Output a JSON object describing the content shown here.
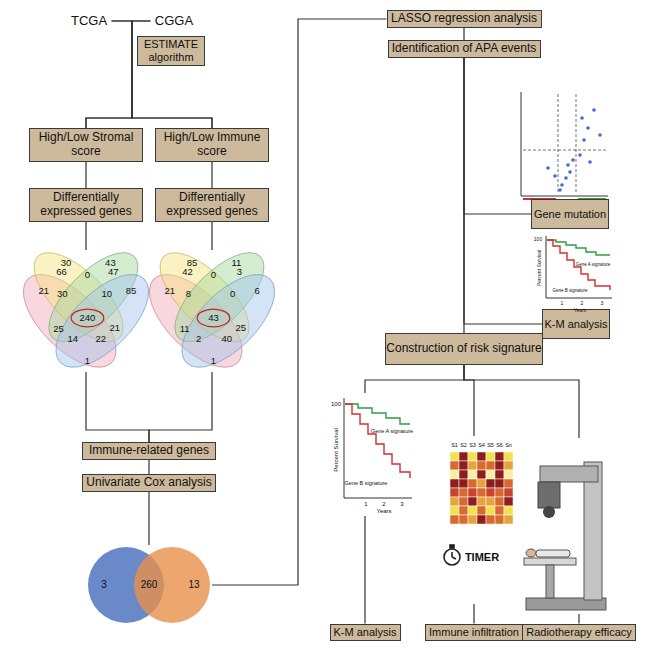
{
  "diagram": {
    "nodes": [
      {
        "text": [
          "TCGA"
        ]
      },
      {
        "text": [
          "CGGA"
        ]
      },
      {
        "text": [
          "ESTIMATE algorithm"
        ]
      },
      {
        "text": [
          "High/Low Stromal score"
        ]
      },
      {
        "text": [
          "High/Low Immune score"
        ]
      },
      {
        "text": [
          "Differentially expressed genes"
        ]
      },
      {
        "text": [
          "Differentially expressed genes"
        ]
      },
      {
        "text": [
          "Immune-related genes"
        ]
      },
      {
        "text": [
          "Univariate Cox analysis"
        ]
      },
      {
        "text": [
          "LASSO regression analysis"
        ]
      },
      {
        "text": [
          "Identification of APA events"
        ]
      },
      {
        "text": [
          "Gene mutation"
        ]
      },
      {
        "text": [
          "K-M analysis"
        ]
      },
      {
        "text": [
          "Construction of risk signature"
        ]
      },
      {
        "text": [
          "K-M analysis"
        ]
      },
      {
        "text": [
          "Immune infiltration"
        ]
      },
      {
        "text": [
          "Radiotherapy efficacy"
        ]
      }
    ],
    "edges": [
      {
        "from": 0,
        "to": 3,
        "arrow": "none"
      },
      {
        "from": 0,
        "to": 4,
        "arrow": "none"
      },
      {
        "from": 1,
        "to": 3,
        "arrow": "none"
      },
      {
        "from": 1,
        "to": 4,
        "arrow": "none"
      },
      {
        "from": 3,
        "to": 5,
        "arrow": "none"
      },
      {
        "from": 4,
        "to": 6,
        "arrow": "none"
      },
      {
        "from": 5,
        "to": 7,
        "arrow": "none"
      },
      {
        "from": 6,
        "to": 7,
        "arrow": "none"
      },
      {
        "from": 7,
        "to": 8,
        "arrow": "none"
      },
      {
        "from": 8,
        "to": 9,
        "arrow": "none"
      },
      {
        "from": 9,
        "to": 10,
        "arrow": "none"
      },
      {
        "from": 10,
        "to": 11,
        "arrow": "none"
      },
      {
        "from": 10,
        "to": 12,
        "arrow": "none"
      },
      {
        "from": 10,
        "to": 13,
        "arrow": "none"
      },
      {
        "from": 13,
        "to": 14,
        "arrow": "none"
      },
      {
        "from": 13,
        "to": 15,
        "arrow": "none"
      },
      {
        "from": 13,
        "to": 16,
        "arrow": "none"
      }
    ],
    "labels": [
      "30",
      "43",
      "21",
      "66",
      "0",
      "47",
      "85",
      "30",
      "10",
      "240",
      "25",
      "21",
      "14",
      "22",
      "1",
      "85",
      "11",
      "21",
      "42",
      "0",
      "3",
      "6",
      "8",
      "0",
      "43",
      "11",
      "25",
      "2",
      "40",
      "1",
      "3",
      "260",
      "13",
      "100",
      "Percent Survival",
      "1",
      "2",
      "3",
      "Years",
      "Gene A signature",
      "Gene B signature",
      "100",
      "Percent Survival",
      "1",
      "2",
      "3",
      "Years",
      "Gene A signature",
      "Gene B signature",
      "TIMER",
      "S1",
      "S2",
      "S3",
      "S4",
      "S5",
      "S6",
      "Sn"
    ]
  }
}
